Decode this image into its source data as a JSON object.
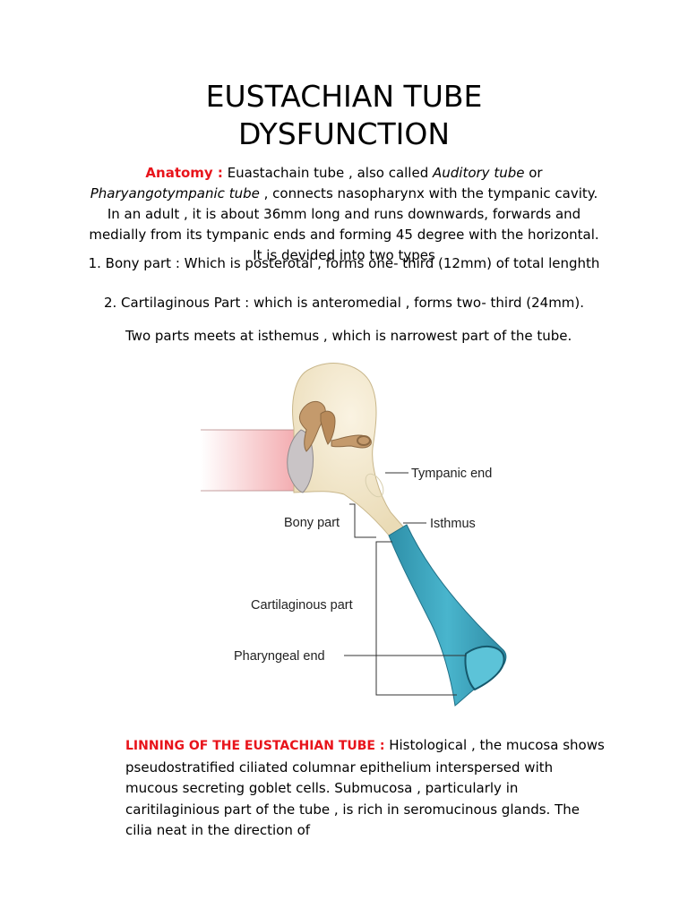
{
  "title": {
    "line1": "EUSTACHIAN TUBE",
    "line2": "DYSFUNCTION"
  },
  "anatomy": {
    "label": "Anatomy :",
    "text1": " Euastachain tube , also called ",
    "italic1": "Auditory tube",
    "text2": " or ",
    "italic2": "Pharyangotympanic tube",
    "text3": " , connects nasopharynx with the tympanic cavity. In an adult , it is about 36mm long and runs downwards, forwards and medially from its tympanic ends and forming 45 degree with the horizontal. It is devided into two types"
  },
  "list": {
    "item1": "1.  Bony part : Which is posterotal , forms one- third (12mm) of total lenghth",
    "item2": "2.  Cartilaginous Part : which is anteromedial , forms two- third (24mm).",
    "note": "Two parts meets at isthemus , which is narrowest part of the tube."
  },
  "figure": {
    "labels": {
      "tympanic_end": "Tympanic end",
      "bony_part": "Bony part",
      "isthmus": "Isthmus",
      "cartilaginous_part": "Cartilaginous part",
      "pharyngeal_end": "Pharyngeal end"
    },
    "colors": {
      "bone": "#f4e9cf",
      "cartilage": "#3aa0b8",
      "ossicle": "#c49a6c",
      "canal": "#f3b8b8"
    }
  },
  "lining": {
    "label": "LINNING OF THE EUSTACHIAN TUBE :",
    "text": " Histological , the mucosa shows pseudostratified ciliated columnar epithelium interspersed with mucous secreting goblet cells. Submucosa , particularly in caritilaginious part of the tube , is rich in seromucinous glands. The cilia neat in the direction of"
  }
}
